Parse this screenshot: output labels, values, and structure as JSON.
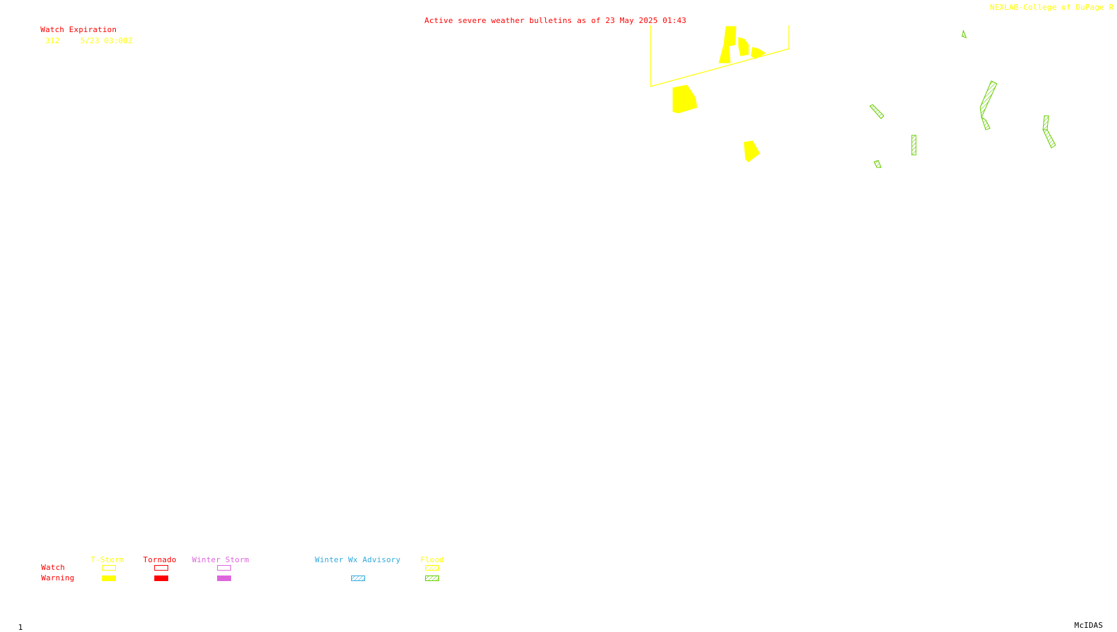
{
  "header": {
    "title": "Active severe weather bulletins as of 23 May 2025 01:43",
    "credit": "NEXLAB-College of DuPage R",
    "title_color": "#ff0000",
    "credit_color": "#ffff00"
  },
  "watch_table": {
    "heading": "Watch Expiration",
    "heading_color": "#ff0000",
    "rows": [
      {
        "number": "312",
        "expiration": "5/23 03:00Z",
        "color": "#ffff00"
      }
    ]
  },
  "map": {
    "watch_boxes": [
      {
        "type": "T-Storm",
        "color": "#ffff00"
      }
    ],
    "warnings": [
      {
        "type": "T-Storm",
        "color": "#ffff00",
        "count": 6
      }
    ],
    "flood_warnings": [
      {
        "type": "Flood",
        "color": "#66cc00",
        "count": 9
      }
    ]
  },
  "legend": {
    "row_labels": {
      "watch": "Watch",
      "warning": "Warning",
      "color": "#ff0000"
    },
    "items": [
      {
        "label": "T-Storm",
        "color": "#ffff00",
        "style": "solid"
      },
      {
        "label": "Tornado",
        "color": "#ff0000",
        "style": "solid"
      },
      {
        "label": "Winter Storm",
        "color": "#dd66dd",
        "style": "solid"
      },
      {
        "label": "Winter Wx Advisory",
        "color": "#33aadd",
        "style": "hatch"
      },
      {
        "label": "Flood",
        "color": "#66cc00",
        "label_color": "#ffff00",
        "style": "hatch"
      }
    ]
  },
  "footer": {
    "frame_number": "1",
    "software": "McIDAS"
  }
}
